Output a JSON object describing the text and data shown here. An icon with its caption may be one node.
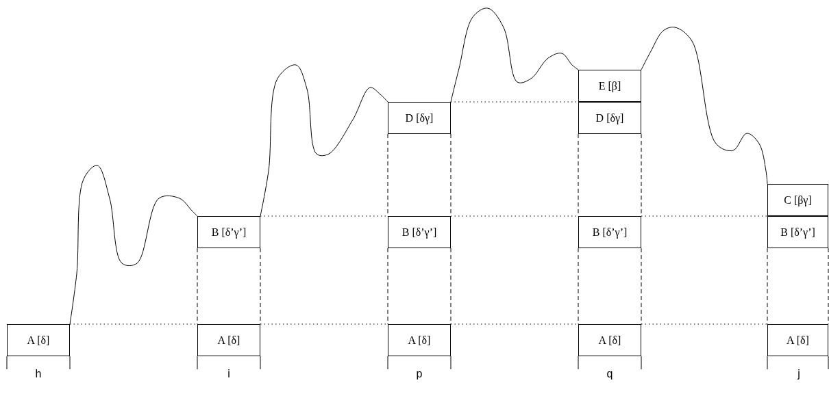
{
  "diagram": {
    "nodes": [
      {
        "text": [
          "A [δ]"
        ]
      },
      {
        "text": [
          "B [δ’γ’]"
        ]
      },
      {
        "text": [
          "A [δ]"
        ]
      },
      {
        "text": [
          "D [δγ]"
        ]
      },
      {
        "text": [
          "B [δ’γ’]"
        ]
      },
      {
        "text": [
          "A [δ]"
        ]
      },
      {
        "text": [
          "E [β]"
        ]
      },
      {
        "text": [
          "D [δγ]"
        ]
      },
      {
        "text": [
          "B [δ’γ’]"
        ]
      },
      {
        "text": [
          "A [δ]"
        ]
      },
      {
        "text": [
          "C [βγ]"
        ]
      },
      {
        "text": [
          "B [δ’γ’]"
        ]
      },
      {
        "text": [
          "A [δ]"
        ]
      }
    ],
    "edges": [
      {
        "from": 0,
        "to": 1,
        "arrow": "none"
      },
      {
        "from": 1,
        "to": 3,
        "arrow": "none"
      },
      {
        "from": 3,
        "to": 6,
        "arrow": "none"
      },
      {
        "from": 6,
        "to": 10,
        "arrow": "none"
      },
      {
        "from": 0,
        "to": 2,
        "arrow": "none",
        "style": "dashed"
      },
      {
        "from": 2,
        "to": 5,
        "arrow": "none",
        "style": "dashed"
      },
      {
        "from": 5,
        "to": 9,
        "arrow": "none",
        "style": "dashed"
      },
      {
        "from": 9,
        "to": 12,
        "arrow": "none",
        "style": "dashed"
      },
      {
        "from": 1,
        "to": 4,
        "arrow": "none",
        "style": "dashed"
      },
      {
        "from": 4,
        "to": 8,
        "arrow": "none",
        "style": "dashed"
      },
      {
        "from": 8,
        "to": 11,
        "arrow": "none",
        "style": "dashed"
      },
      {
        "from": 3,
        "to": 7,
        "arrow": "none",
        "style": "dashed"
      }
    ],
    "labels": [
      "h",
      "i",
      "p",
      "q",
      "j"
    ]
  }
}
